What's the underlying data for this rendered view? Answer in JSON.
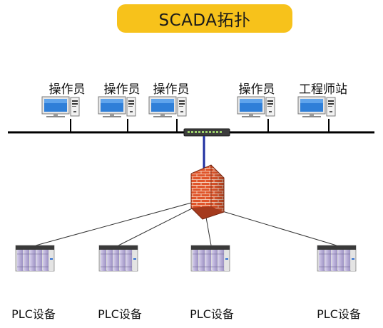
{
  "title": "SCADA拓扑",
  "workstations": [
    {
      "label": "操作员"
    },
    {
      "label": "操作员"
    },
    {
      "label": "操作员"
    },
    {
      "label": "操作员"
    },
    {
      "label": "工程师站"
    }
  ],
  "plcs": [
    {
      "label": "PLC设备"
    },
    {
      "label": "PLC设备"
    },
    {
      "label": "PLC设备"
    },
    {
      "label": "PLC设备"
    }
  ],
  "colors": {
    "banner": "#f7c21b",
    "bus": "#000000",
    "uplink": "#1f2fa0",
    "firewall_brick": "#e0552b",
    "plc_module": "#b8aed6",
    "monitor_screen": "#2f7fd8"
  },
  "icons": {
    "workstation": "desktop-computer-icon",
    "switch": "network-switch-icon",
    "firewall": "firewall-icon",
    "plc": "plc-rack-icon"
  }
}
